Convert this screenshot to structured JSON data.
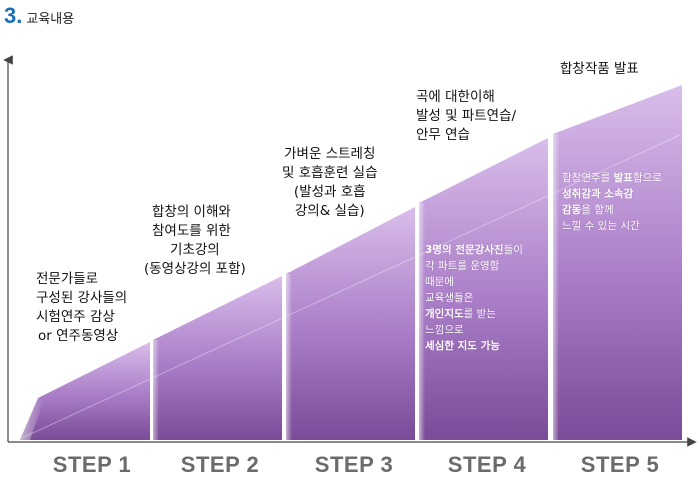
{
  "header": {
    "number": "3.",
    "title": "교육내용"
  },
  "colors": {
    "accent": "#1e6fb8",
    "bar_top": "#d6b8e8",
    "bar_bottom": "#7e4f9c",
    "step_text": "#6b6b6b"
  },
  "steps": [
    {
      "label": "STEP 1",
      "caption": [
        "전문가들로",
        "구성된 강사들의",
        "시험연주 감상",
        "or 연주동영상"
      ]
    },
    {
      "label": "STEP 2",
      "caption": [
        "합창의 이해와",
        "참여도를 위한",
        "기초강의",
        "(동영상강의 포함)"
      ]
    },
    {
      "label": "STEP 3",
      "caption": [
        "가벼운 스트레칭",
        "및 호흡훈련 실습",
        "(발성과 호흡",
        "강의& 실습)"
      ]
    },
    {
      "label": "STEP 4",
      "caption": [
        "곡에 대한이해",
        "발성 및 파트연습/",
        "안무 연습"
      ],
      "inner": {
        "l1a": "3명의 전문강사진",
        "l1b": "들이",
        "l2": "각 파트를 운영함",
        "l3": "때문에",
        "l4": "교육생들은",
        "l5a": "개인지도",
        "l5b": "를 받는",
        "l6": "느낌으로",
        "l7": "세심한 지도 가능"
      }
    },
    {
      "label": "STEP 5",
      "caption": [
        "합창작품 발표"
      ],
      "inner": {
        "l1a": "합창연주를 ",
        "l1b": "발표",
        "l1c": "함으로",
        "l2": "성취감과 소속감",
        "l3a": "감동",
        "l3b": "을 함께",
        "l4": "느낄 수 있는 시간"
      }
    }
  ]
}
